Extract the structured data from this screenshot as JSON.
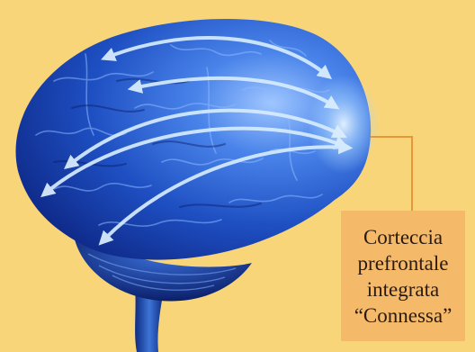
{
  "label": {
    "lines": [
      "Corteccia",
      "prefrontale",
      "integrata",
      "“Connessa”"
    ]
  },
  "colors": {
    "background": "#f9d57a",
    "label_box": "#f5b96a",
    "leader_line": "#e8963a",
    "brain_blue": "#1f4fc4",
    "arrow": "#cfe6ff"
  },
  "icons": {
    "brain": "brain-illustration",
    "arrows": "connection-arrows"
  }
}
